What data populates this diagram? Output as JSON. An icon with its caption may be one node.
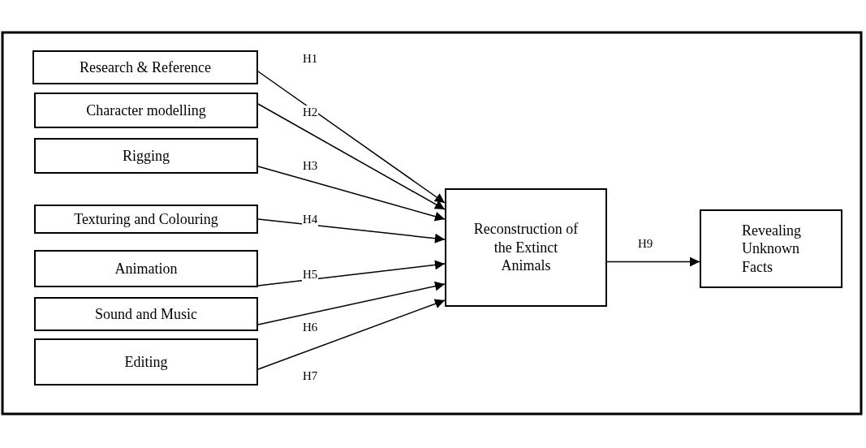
{
  "diagram": {
    "nodes": [
      {
        "text": [
          "Research & Reference"
        ]
      },
      {
        "text": [
          "Character modelling"
        ]
      },
      {
        "text": [
          "Rigging"
        ]
      },
      {
        "text": [
          "Texturing and Colouring"
        ]
      },
      {
        "text": [
          "Animation"
        ]
      },
      {
        "text": [
          "Sound and Music"
        ]
      },
      {
        "text": [
          "Editing"
        ]
      },
      {
        "text": [
          "Reconstruction of the Extinct Animals"
        ]
      },
      {
        "text": [
          "Revealing Unknown Facts"
        ]
      }
    ],
    "edges": [
      {
        "from": 0,
        "to": 7,
        "arrow": "to",
        "label": "H1"
      },
      {
        "from": 1,
        "to": 7,
        "arrow": "to",
        "label": "H2"
      },
      {
        "from": 2,
        "to": 7,
        "arrow": "to",
        "label": "H3"
      },
      {
        "from": 3,
        "to": 7,
        "arrow": "to",
        "label": "H4"
      },
      {
        "from": 4,
        "to": 7,
        "arrow": "to",
        "label": "H5"
      },
      {
        "from": 5,
        "to": 7,
        "arrow": "to",
        "label": "H6"
      },
      {
        "from": 6,
        "to": 7,
        "arrow": "to",
        "label": "H7"
      },
      {
        "from": 7,
        "to": 8,
        "arrow": "to",
        "label": "H9"
      }
    ]
  }
}
